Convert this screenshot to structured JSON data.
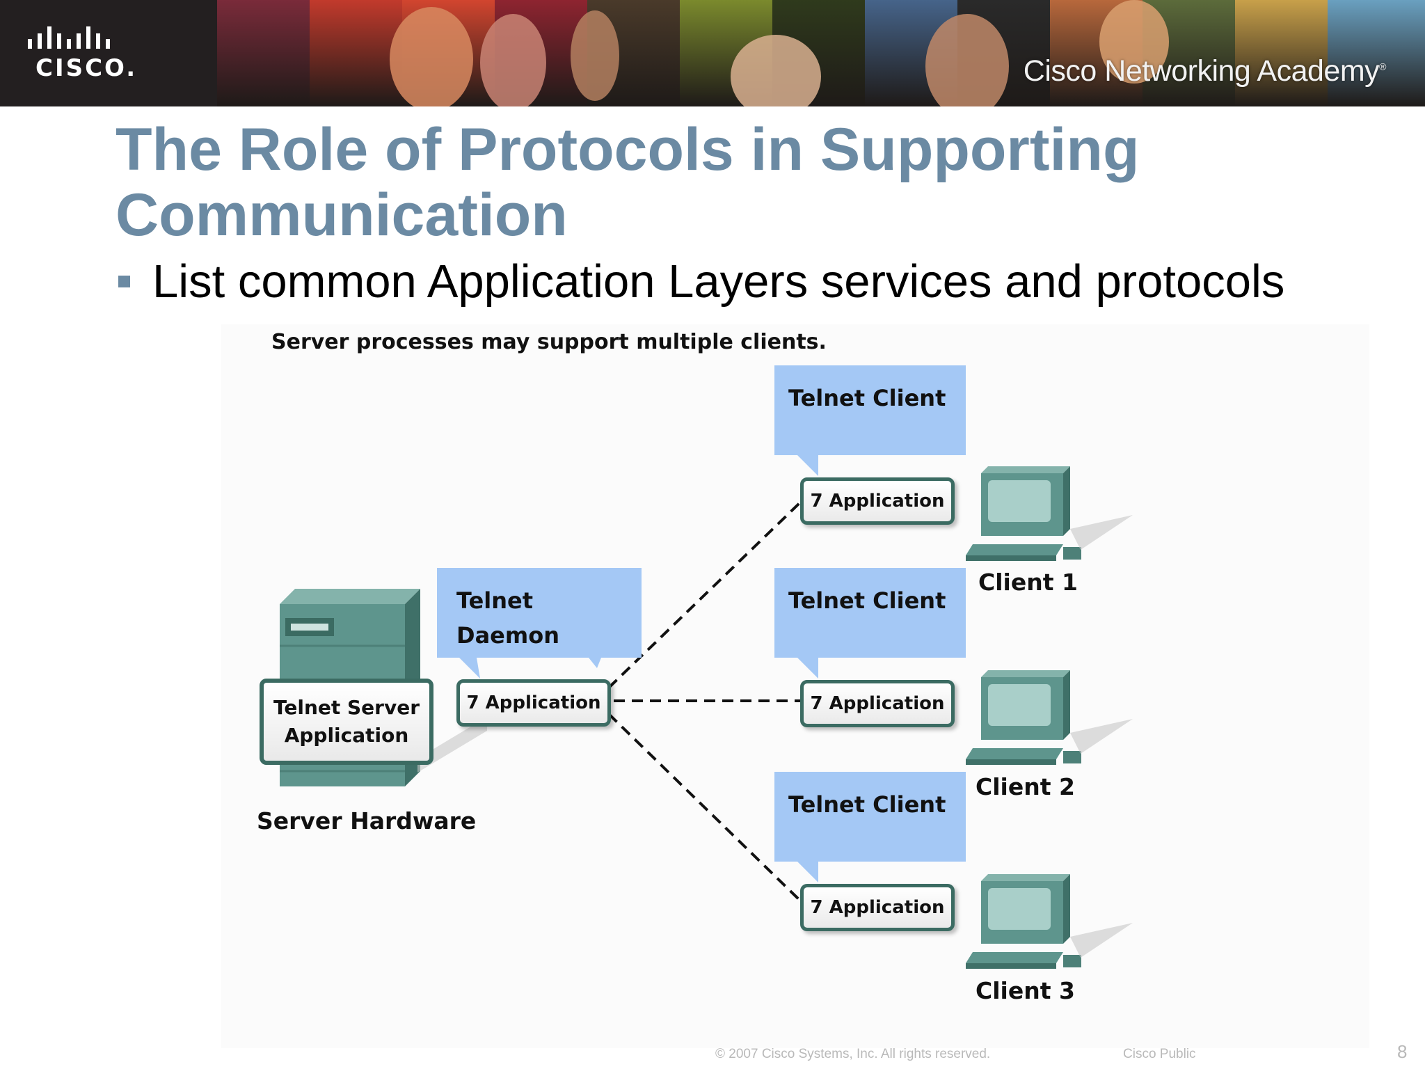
{
  "banner": {
    "logo_text": "CISCO.",
    "academy_text": "Cisco Networking Academy",
    "academy_mark": "®",
    "strip_colors": [
      "#7a2b3a",
      "#c23a2c",
      "#d2452f",
      "#8e2430",
      "#4a3a2a",
      "#7b8a2d",
      "#2f3a1c",
      "#46648a",
      "#2a2a2a",
      "#b8683c",
      "#5c6b3b",
      "#c8a04a",
      "#6aa0c0"
    ]
  },
  "slide": {
    "title": "The Role of Protocols in Supporting Communication",
    "bullet": "List common Application Layers services and protocols"
  },
  "diagram": {
    "caption": "Server processes may support multiple clients.",
    "server": {
      "box_label": "Telnet Server\nApplication",
      "hardware_label": "Server Hardware",
      "daemon_label": "Telnet\nDaemon",
      "app_label": "7 Application"
    },
    "clients": [
      {
        "bubble": "Telnet Client",
        "app_label": "7 Application",
        "name": "Client 1"
      },
      {
        "bubble": "Telnet Client",
        "app_label": "7 Application",
        "name": "Client 2"
      },
      {
        "bubble": "Telnet Client",
        "app_label": "7 Application",
        "name": "Client 3"
      }
    ],
    "colors": {
      "bubble": "#a4c8f5",
      "device": "#5e958d",
      "border": "#3b6b62"
    }
  },
  "footer": {
    "copyright": "© 2007 Cisco Systems, Inc. All rights reserved.",
    "classification": "Cisco Public",
    "page_number": "8"
  }
}
